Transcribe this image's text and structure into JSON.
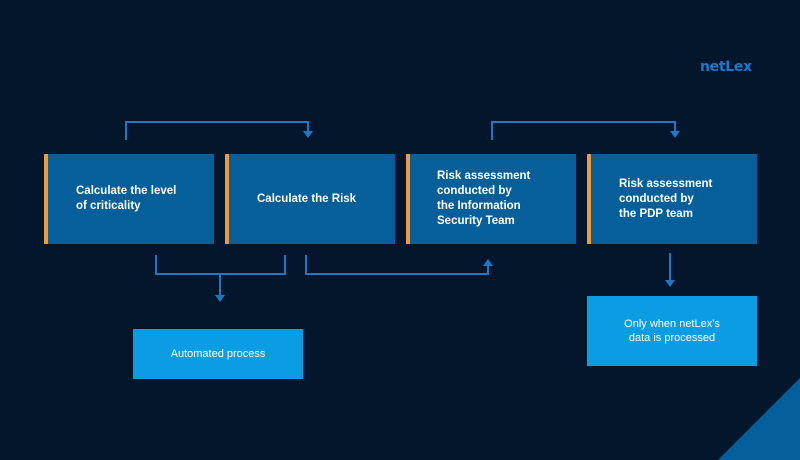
{
  "brand": {
    "logo_text": "netLex",
    "accent_color": "#f29a37",
    "step_color": "#045f9b",
    "note_color": "#0a9de4",
    "connector_color": "#1e78c8",
    "background_color": "#04162b"
  },
  "steps": [
    {
      "label": "Calculate the level\nof criticality"
    },
    {
      "label": "Calculate the Risk"
    },
    {
      "label": "Risk assessment\nconducted by\nthe Information\nSecurity Team"
    },
    {
      "label": "Risk assessment\nconducted by\nthe PDP team"
    }
  ],
  "notes": {
    "automated": "Automated process",
    "conditional": "Only when netLex's\ndata is processed"
  }
}
